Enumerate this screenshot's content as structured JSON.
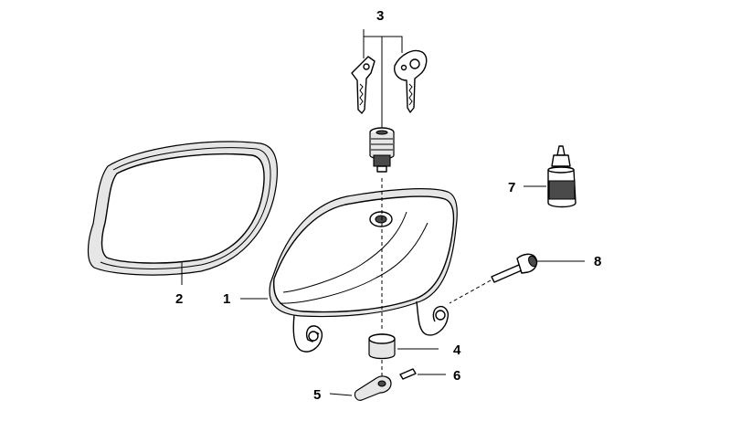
{
  "callouts": {
    "c1": "1",
    "c2": "2",
    "c3": "3",
    "c4": "4",
    "c5": "5",
    "c6": "6",
    "c7": "7",
    "c8": "8"
  },
  "parts": [
    {
      "id": "1",
      "name": "glovebox-lid"
    },
    {
      "id": "2",
      "name": "lid-seal-gasket"
    },
    {
      "id": "3",
      "name": "lock-cylinder-with-keys"
    },
    {
      "id": "4",
      "name": "bushing"
    },
    {
      "id": "5",
      "name": "latch-lever"
    },
    {
      "id": "6",
      "name": "pin"
    },
    {
      "id": "7",
      "name": "adhesive-bottle"
    },
    {
      "id": "8",
      "name": "hinge-pin"
    }
  ]
}
